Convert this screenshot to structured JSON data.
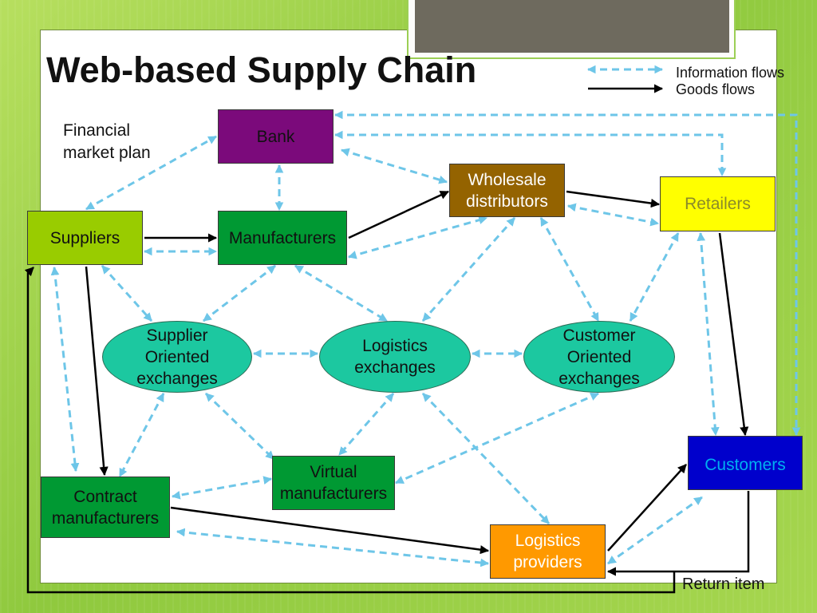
{
  "title": "Web-based Supply Chain",
  "legend": {
    "information_label": "Information flows",
    "goods_label": "Goods flows",
    "information_color": "#6ec6e8",
    "goods_color": "#000000"
  },
  "note": "Financial\nmarket plan",
  "nodes": {
    "bank": {
      "label": "Bank",
      "fill": "#7b0a7b",
      "text_color": "#111111"
    },
    "wholesale": {
      "label": "Wholesale\ndistributors",
      "fill": "#946300",
      "text_color": "#ffffff"
    },
    "retailers": {
      "label": "Retailers",
      "fill": "#ffff00",
      "text_color": "#8a8a2a"
    },
    "suppliers": {
      "label": "Suppliers",
      "fill": "#99cc00",
      "text_color": "#111111"
    },
    "manufacturers": {
      "label": "Manufacturers",
      "fill": "#009933",
      "text_color": "#111111"
    },
    "supplier_exchanges": {
      "label": "Supplier\nOriented\nexchanges",
      "fill": "#1cc8a0",
      "text_color": "#111111"
    },
    "logistics_exchanges": {
      "label": "Logistics\nexchanges",
      "fill": "#1cc8a0",
      "text_color": "#111111"
    },
    "customer_exchanges": {
      "label": "Customer\nOriented\nexchanges",
      "fill": "#1cc8a0",
      "text_color": "#111111"
    },
    "virtual_manufacturers": {
      "label": "Virtual\nmanufacturers",
      "fill": "#009933",
      "text_color": "#111111"
    },
    "contract_manufacturers": {
      "label": "Contract\nmanufacturers",
      "fill": "#009933",
      "text_color": "#111111"
    },
    "logistics_providers": {
      "label": "Logistics\nproviders",
      "fill": "#ff9900",
      "text_color": "#ffffff"
    },
    "customers": {
      "label": "Customers",
      "fill": "#0000cc",
      "text_color": "#00b0f0"
    }
  },
  "return_item_label": "Return item"
}
